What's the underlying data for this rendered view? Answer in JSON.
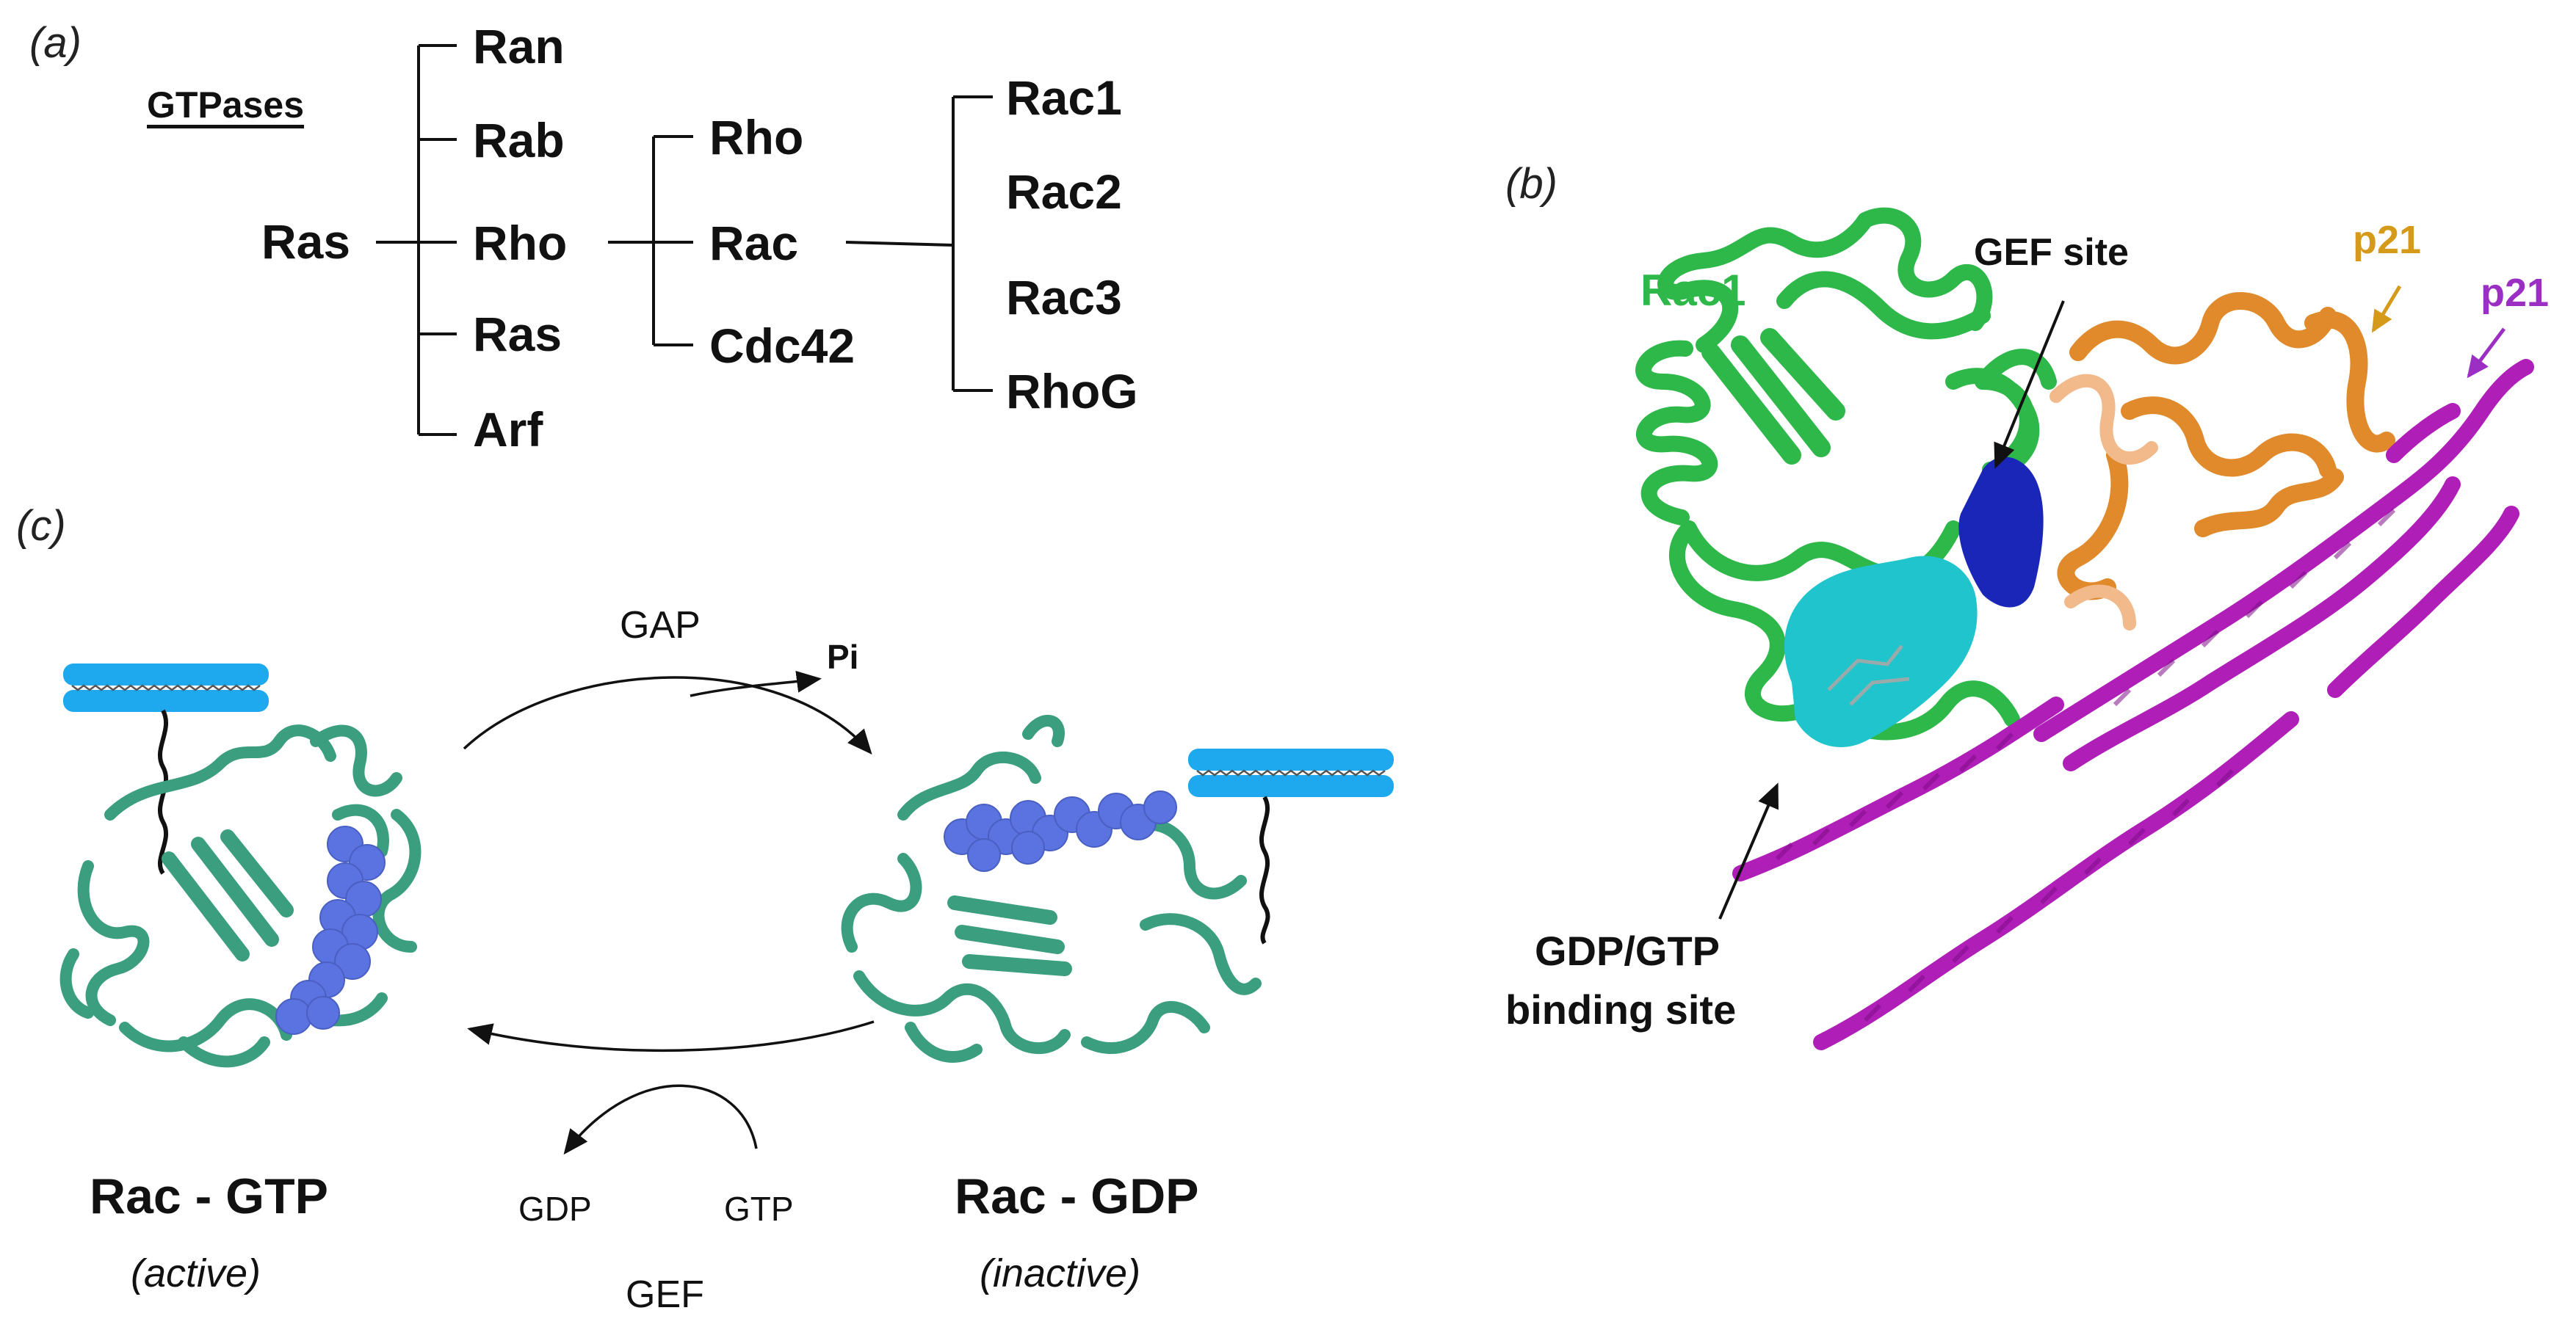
{
  "panels": {
    "a": {
      "label": "(a)",
      "header": "GTPases",
      "root": "Ras",
      "level1": [
        "Ran",
        "Rab",
        "Rho",
        "Ras",
        "Arf"
      ],
      "level2": [
        "Rho",
        "Rac",
        "Cdc42"
      ],
      "level3": [
        "Rac1",
        "Rac2",
        "Rac3",
        "RhoG"
      ]
    },
    "b": {
      "label": "(b)",
      "rac1": "Rac1",
      "gef_site": "GEF site",
      "p21_orange": "p21",
      "p21_purple": "p21",
      "binding_site_line1": "GDP/GTP",
      "binding_site_line2": "binding site"
    },
    "c": {
      "label": "(c)",
      "gap": "GAP",
      "pi": "Pi",
      "gdp": "GDP",
      "gtp": "GTP",
      "gef": "GEF",
      "active_title": "Rac - GTP",
      "active_sub": "(active)",
      "inactive_title": "Rac - GDP",
      "inactive_sub": "(inactive)"
    }
  },
  "colors": {
    "rac1_green": "#2fb84a",
    "protein_teal": "#3a9e7f",
    "ligand_blue": "#5b73e0",
    "membrane_blue": "#1ea8ee",
    "gef_blue": "#1a26b8",
    "pocket_cyan": "#1fc4cc",
    "p21_orange": "#e08a2c",
    "p21_purple": "#b01eb8",
    "p21_orange_label": "#d59a1a",
    "p21_purple_label": "#9b2fc4"
  }
}
